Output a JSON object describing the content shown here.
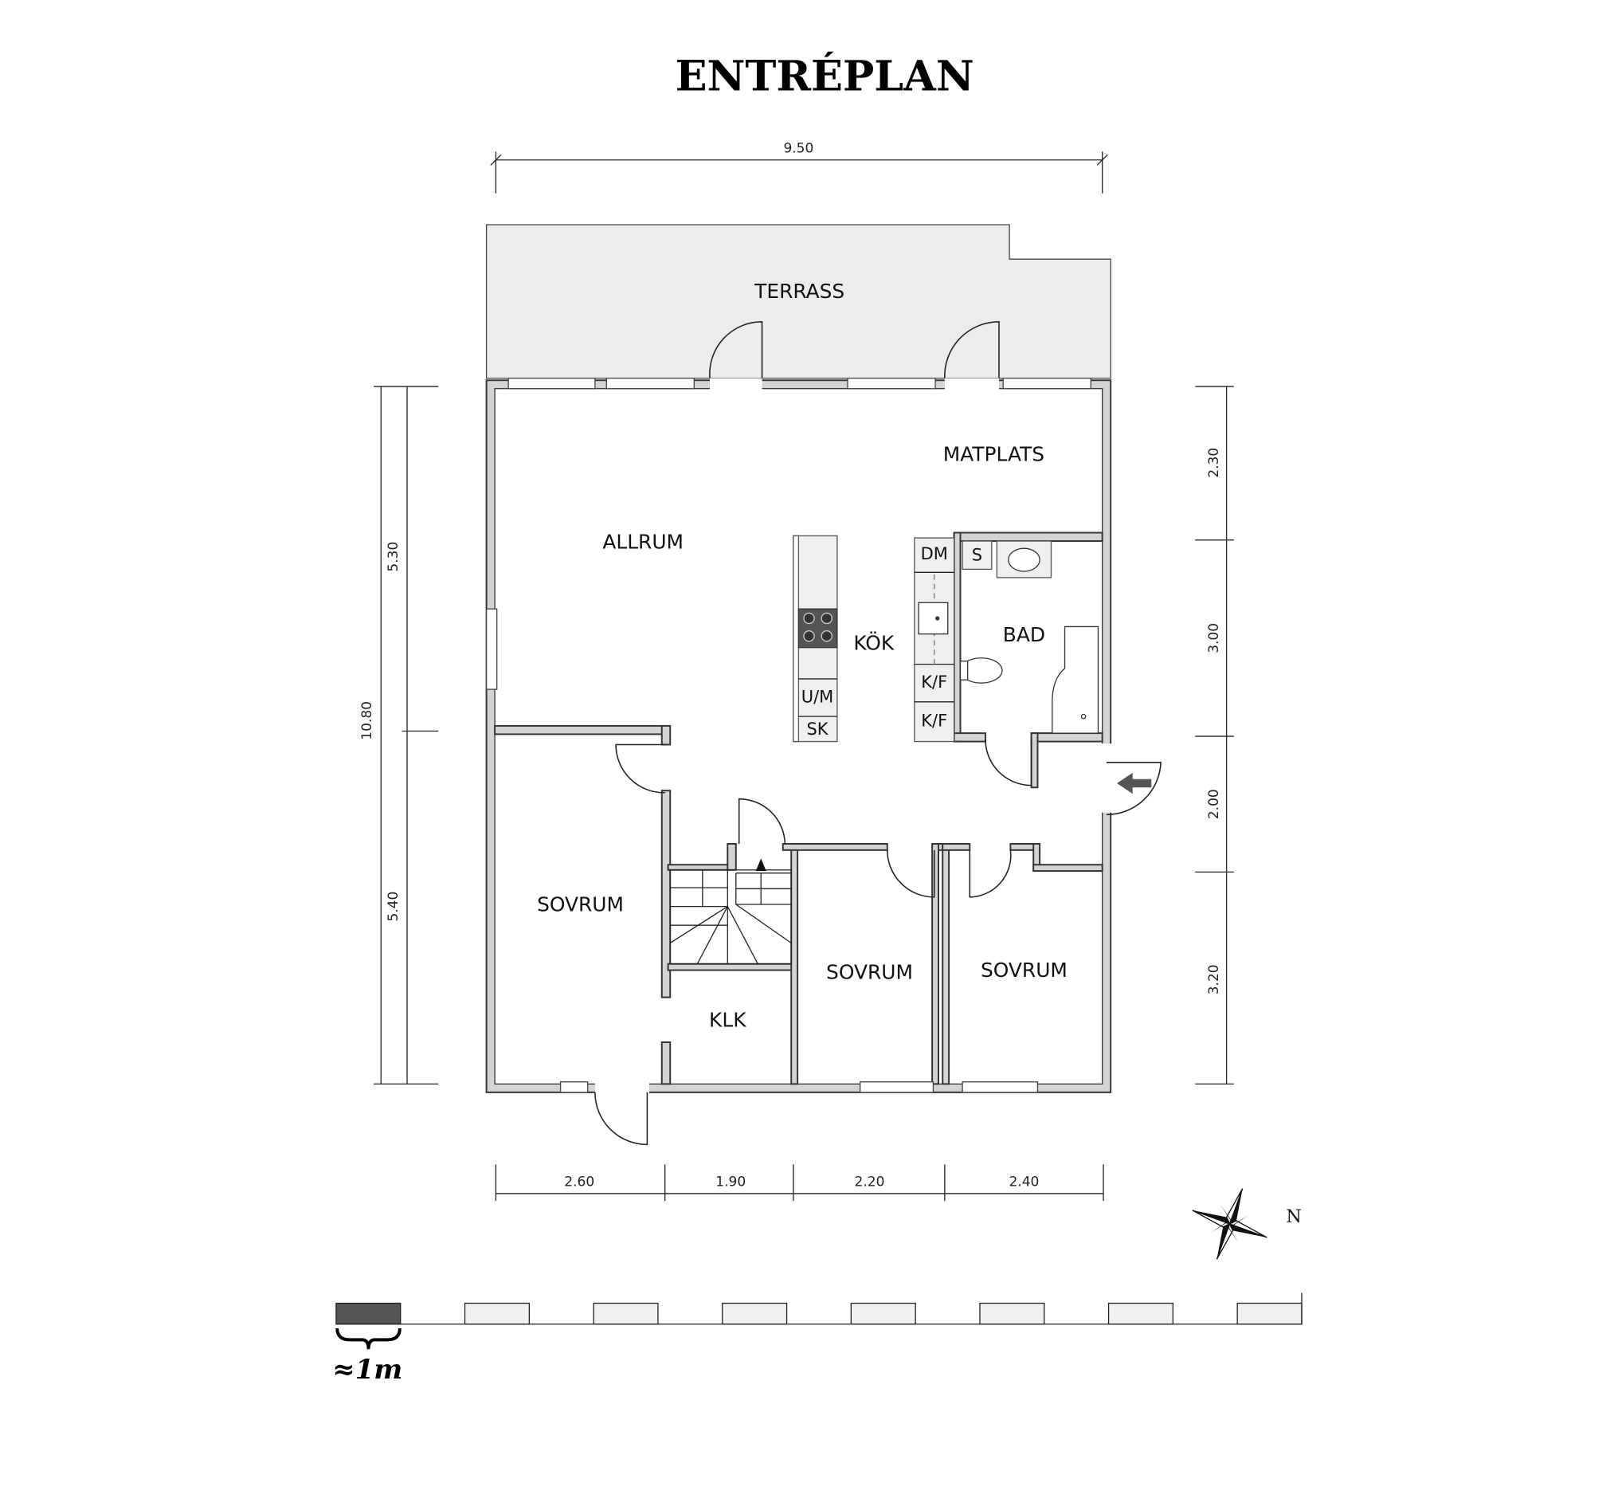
{
  "title": "ENTRÉPLAN",
  "rooms": {
    "terrace": "TERRASS",
    "dining": "MATPLATS",
    "living": "ALLRUM",
    "kitchen": "KÖK",
    "bathroom": "BAD",
    "bedroom_left": "SOVRUM",
    "bedroom_middle": "SOVRUM",
    "bedroom_right": "SOVRUM",
    "closet": "KLK"
  },
  "fixtures": {
    "dishwasher": "DM",
    "fridge_freezer_1": "K/F",
    "fridge_freezer_2": "K/F",
    "oven_microwave": "U/M",
    "cabinet": "SK",
    "washer": "S"
  },
  "dimensions": {
    "top": "9.50",
    "left_total": "10.80",
    "left_upper": "5.30",
    "left_lower": "5.40",
    "right": [
      "2.30",
      "3.00",
      "2.00",
      "3.20"
    ],
    "bottom": [
      "2.60",
      "1.90",
      "2.20",
      "2.40"
    ]
  },
  "compass": {
    "north_label": "N"
  },
  "scale_bar": {
    "label": "≈1m",
    "segments": 15,
    "dark_color": "#555555"
  }
}
